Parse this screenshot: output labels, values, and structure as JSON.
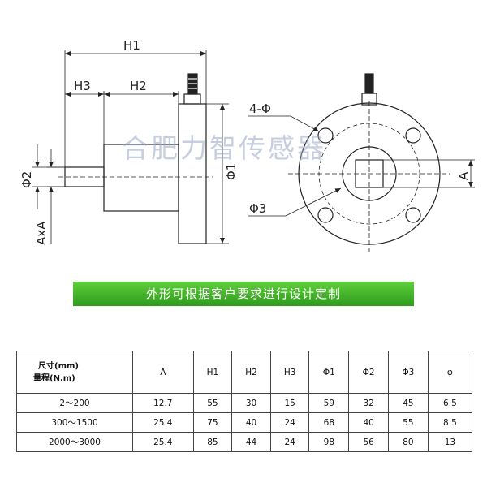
{
  "drawing": {
    "watermark": "合肥力智传感器",
    "labels": {
      "h1": "H1",
      "h2": "H2",
      "h3": "H3",
      "phi1": "Φ1",
      "phi2": "Φ2",
      "phi3": "Φ3",
      "axa": "AxA",
      "a": "A",
      "holes": "4-Φ"
    }
  },
  "banner": {
    "text": "外形可根据客户要求进行设计定制"
  },
  "table": {
    "corner_top": "尺寸(mm)",
    "corner_bottom": "量程(N.m)",
    "columns": [
      "A",
      "H1",
      "H2",
      "H3",
      "Φ1",
      "Φ2",
      "Φ3",
      "φ"
    ],
    "rows": [
      [
        "2～200",
        "12.7",
        "55",
        "30",
        "15",
        "59",
        "32",
        "45",
        "6.5"
      ],
      [
        "300～1500",
        "25.4",
        "75",
        "40",
        "24",
        "68",
        "40",
        "55",
        "8.5"
      ],
      [
        "2000～3000",
        "25.4",
        "85",
        "44",
        "24",
        "98",
        "56",
        "80",
        "13"
      ]
    ]
  },
  "colors": {
    "banner": "#3fae28",
    "lines": "#222222"
  }
}
